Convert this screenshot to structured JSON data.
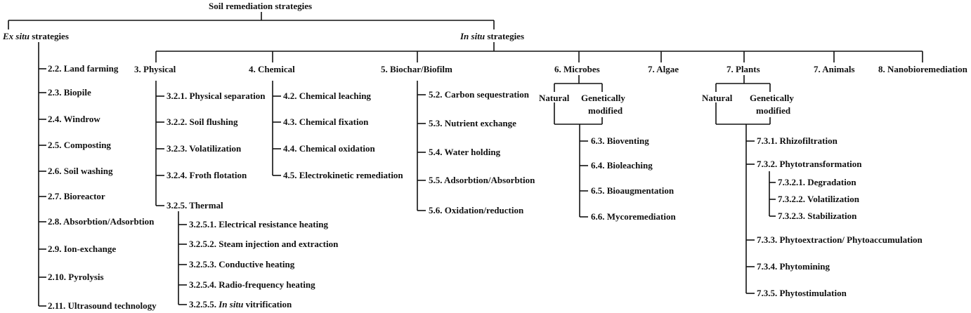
{
  "root": "Soil remediation strategies",
  "exsitu": {
    "title_em": "Ex situ",
    "title_rest": " strategies",
    "items": [
      "2.2. Land farming",
      "2.3. Biopile",
      "2.4. Windrow",
      "2.5. Composting",
      "2.6. Soil washing",
      "2.7. Bioreactor",
      "2.8. Absorbtion/Adsorbtion",
      "2.9. Ion-exchange",
      "2.10. Pyrolysis",
      "2.11. Ultrasound technology"
    ]
  },
  "insitu": {
    "title_em": "In situ",
    "title_rest": " strategies"
  },
  "physical": {
    "title": "3. Physical",
    "items": [
      "3.2.1. Physical separation",
      "3.2.2.  Soil flushing",
      "3.2.3. Volatilization",
      "3.2.4. Froth flotation",
      "3.2.5. Thermal"
    ],
    "thermal": [
      "3.2.5.1. Electrical resistance heating",
      "3.2.5.2. Steam injection and extraction",
      "3.2.5.3. Conductive heating",
      "3.2.5.4. Radio-frequency heating"
    ],
    "vitr_pre": "3.2.5.5. ",
    "vitr_em": "In situ",
    "vitr_post": " vitrification"
  },
  "chemical": {
    "title": "4. Chemical",
    "items": [
      "4.2. Chemical leaching",
      "4.3. Chemical fixation",
      "4.4. Chemical oxidation",
      "4.5. Electrokinetic remediation"
    ]
  },
  "biochar": {
    "title": "5. Biochar/Biofilm",
    "items": [
      "5.2. Carbon sequestration",
      "5.3. Nutrient exchange",
      "5.4. Water holding",
      "5.5. Adsorbtion/Absorbtion",
      "5.6. Oxidation/reduction"
    ]
  },
  "microbes": {
    "title": "6. Microbes",
    "natural": "Natural",
    "gm1": "Genetically",
    "gm2": "modified",
    "items": [
      "6.3. Bioventing",
      "6.4. Bioleaching",
      "6.5. Bioaugmentation",
      "6.6. Mycoremediation"
    ]
  },
  "algae": {
    "title": "7. Algae"
  },
  "plants": {
    "title": "7. Plants",
    "natural": "Natural",
    "gm1": "Genetically",
    "gm2": "modified",
    "items": [
      "7.3.1.  Rhizofiltration",
      "7.3.2.  Phytotransformation",
      "7.3.3.  Phytoextraction/ Phytoaccumulation",
      "7.3.4.  Phytomining",
      "7.3.5.  Phytostimulation"
    ],
    "sub": [
      "7.3.2.1.  Degradation",
      "7.3.2.2. Volatilization",
      "7.3.2.3. Stabilization"
    ]
  },
  "animals": {
    "title": "7. Animals"
  },
  "nano": {
    "title": "8. Nanobioremediation"
  }
}
